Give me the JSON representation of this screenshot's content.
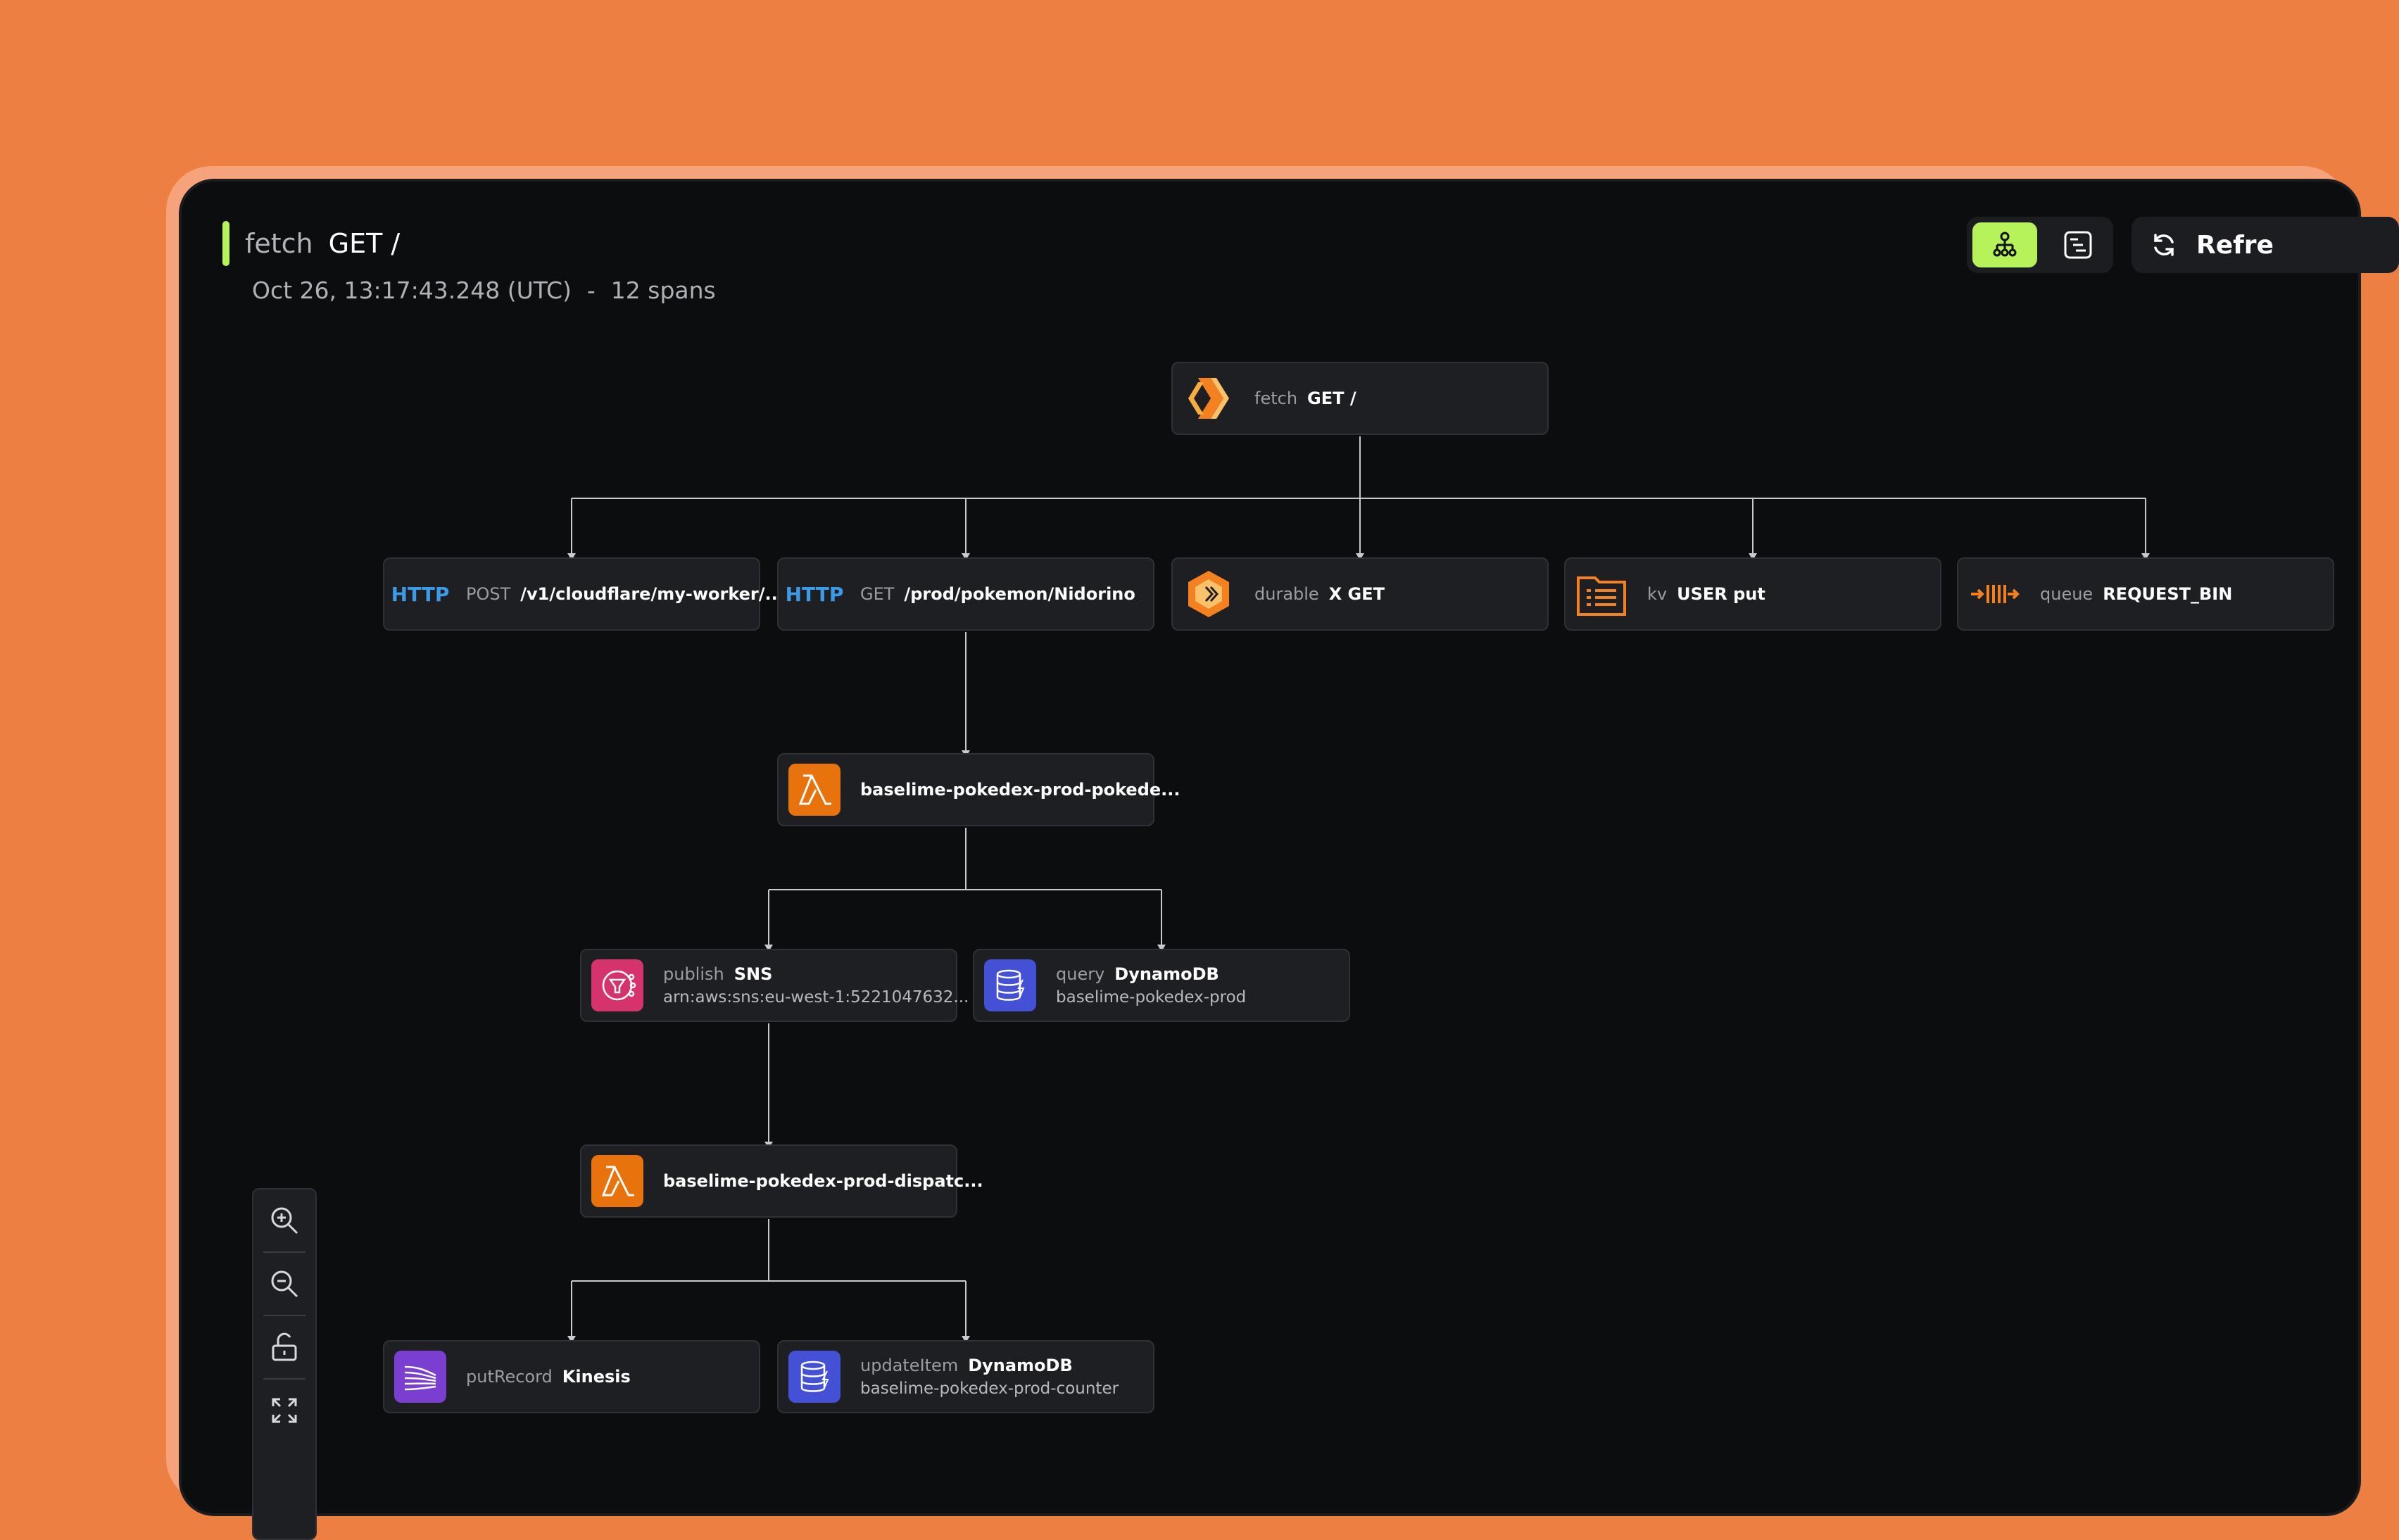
{
  "trace": {
    "kind": "fetch",
    "name": "GET /",
    "timestamp": "Oct 26, 13:17:43.248 (UTC)",
    "separator": "-",
    "span_count": "12 spans"
  },
  "toolbar": {
    "refresh_label": "Refre"
  },
  "colors": {
    "background": "#ee7f42",
    "accent": "#b6f25a",
    "window": "#0c0d0f",
    "node": "#1e1f23"
  },
  "nodes": {
    "root": {
      "kind": "fetch",
      "name": "GET /",
      "icon": "cloudflare-worker-icon"
    },
    "http_post": {
      "badge": "HTTP",
      "kind": "POST",
      "name": "/v1/cloudflare/my-worker/...",
      "icon": "http-icon"
    },
    "http_get": {
      "badge": "HTTP",
      "kind": "GET",
      "name": "/prod/pokemon/Nidorino",
      "icon": "http-icon"
    },
    "durable": {
      "kind": "durable",
      "name": "X GET",
      "icon": "durable-object-icon"
    },
    "kv": {
      "kind": "kv",
      "name": "USER put",
      "icon": "kv-icon"
    },
    "queue": {
      "kind": "queue",
      "name": "REQUEST_BIN",
      "icon": "queue-icon"
    },
    "lambda_pokedex": {
      "name": "baselime-pokedex-prod-pokede...",
      "icon": "lambda-icon"
    },
    "sns": {
      "kind": "publish",
      "name": "SNS",
      "detail": "arn:aws:sns:eu-west-1:5221047632...",
      "icon": "sns-icon"
    },
    "dynamo_query": {
      "kind": "query",
      "name": "DynamoDB",
      "detail": "baselime-pokedex-prod",
      "icon": "dynamodb-icon"
    },
    "lambda_dispatch": {
      "name": "baselime-pokedex-prod-dispatc...",
      "icon": "lambda-icon"
    },
    "kinesis": {
      "kind": "putRecord",
      "name": "Kinesis",
      "icon": "kinesis-icon"
    },
    "dynamo_update": {
      "kind": "updateItem",
      "name": "DynamoDB",
      "detail": "baselime-pokedex-prod-counter",
      "icon": "dynamodb-icon"
    }
  }
}
